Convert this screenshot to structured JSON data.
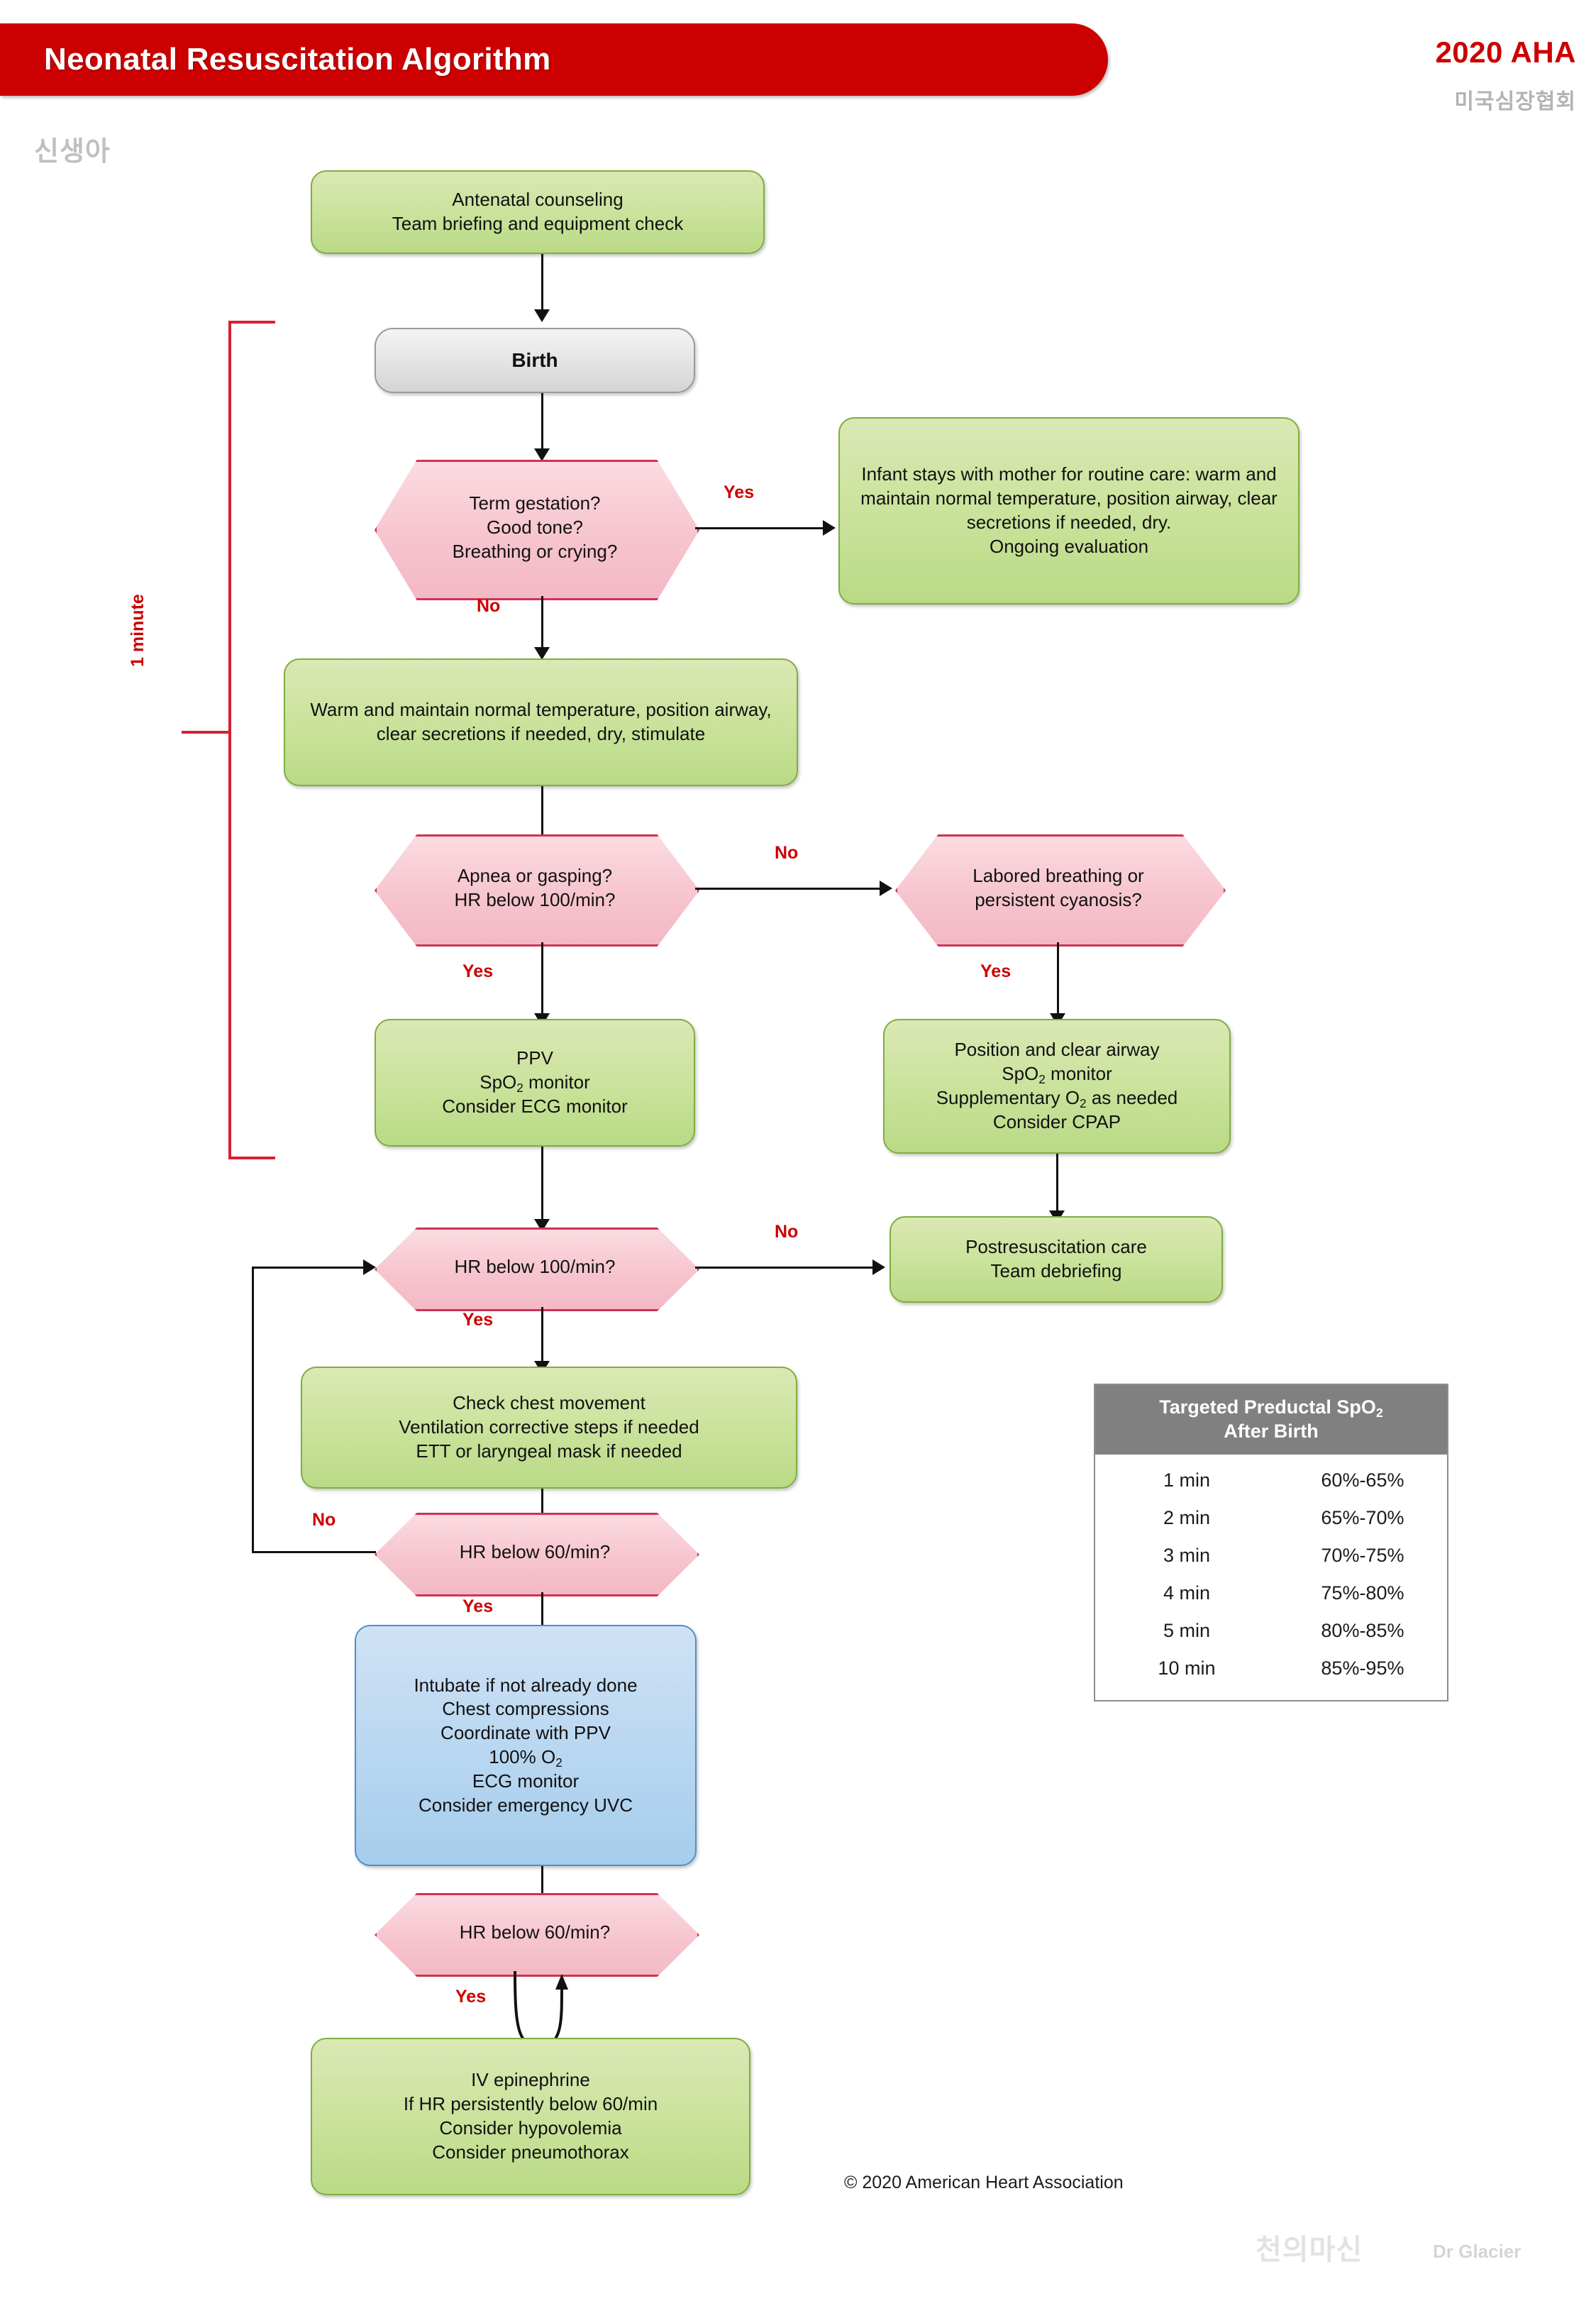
{
  "header": {
    "title": "Neonatal Resuscitation Algorithm",
    "aha_year": "2020 AHA",
    "aha_kr": "미국심장협회",
    "subject_kr": "신생아",
    "bar_color": "#cc0000"
  },
  "timing_bracket": {
    "label": "1 minute",
    "color": "#d91f34"
  },
  "nodes": {
    "antenatal": "Antenatal counseling\nTeam briefing and equipment check",
    "birth": "Birth",
    "term_gestation": "Term gestation?\nGood tone?\nBreathing or crying?",
    "infant_stays": "Infant stays with mother for routine care: warm and maintain normal temperature, position airway, clear secretions if needed, dry.\nOngoing evaluation",
    "warm_maintain": "Warm and maintain normal temperature, position airway, clear secretions if needed, dry, stimulate",
    "apnea": "Apnea or gasping?\nHR below 100/min?",
    "labored": "Labored breathing or\npersistent cyanosis?",
    "ppv_line1": "PPV",
    "ppv_line2_a": "SpO",
    "ppv_line2_sub": "2",
    "ppv_line2_b": " monitor",
    "ppv_line3": "Consider ECG monitor",
    "position_line1": "Position and clear airway",
    "position_line2_a": "SpO",
    "position_line2_sub": "2",
    "position_line2_b": " monitor",
    "position_line3_a": "Supplementary O",
    "position_line3_sub": "2",
    "position_line3_b": " as needed",
    "position_line4": "Consider CPAP",
    "hr100": "HR below 100/min?",
    "postresus": "Postresuscitation care\nTeam debriefing",
    "check_chest": "Check chest movement\nVentilation corrective steps if needed\nETT or laryngeal mask if needed",
    "hr60_a": "HR below 60/min?",
    "intubate_line1": "Intubate if not already done",
    "intubate_line2": "Chest compressions",
    "intubate_line3": "Coordinate with PPV",
    "intubate_line4_a": "100% O",
    "intubate_line4_sub": "2",
    "intubate_line5": "ECG monitor",
    "intubate_line6": "Consider emergency UVC",
    "hr60_b": "HR below 60/min?",
    "epinephrine": "IV epinephrine\nIf HR persistently below 60/min\nConsider hypovolemia\nConsider pneumothorax"
  },
  "edge_labels": {
    "term_yes": "Yes",
    "term_no": "No",
    "apnea_no": "No",
    "apnea_yes": "Yes",
    "labored_yes": "Yes",
    "hr100_no": "No",
    "hr100_yes": "Yes",
    "hr60a_no": "No",
    "hr60a_yes": "Yes",
    "hr60b_yes": "Yes"
  },
  "spo2_table": {
    "title_a": "Targeted Preductal SpO",
    "title_sub": "2",
    "title_b": "",
    "title_line2": "After Birth",
    "rows": [
      {
        "time": "1 min",
        "range": "60%-65%"
      },
      {
        "time": "2 min",
        "range": "65%-70%"
      },
      {
        "time": "3 min",
        "range": "70%-75%"
      },
      {
        "time": "4 min",
        "range": "75%-80%"
      },
      {
        "time": "5 min",
        "range": "80%-85%"
      },
      {
        "time": "10 min",
        "range": "85%-95%"
      }
    ]
  },
  "footer": {
    "copyright": "© 2020 American Heart Association",
    "watermark_kr": "천의마신",
    "watermark_en": "Dr Glacier"
  }
}
